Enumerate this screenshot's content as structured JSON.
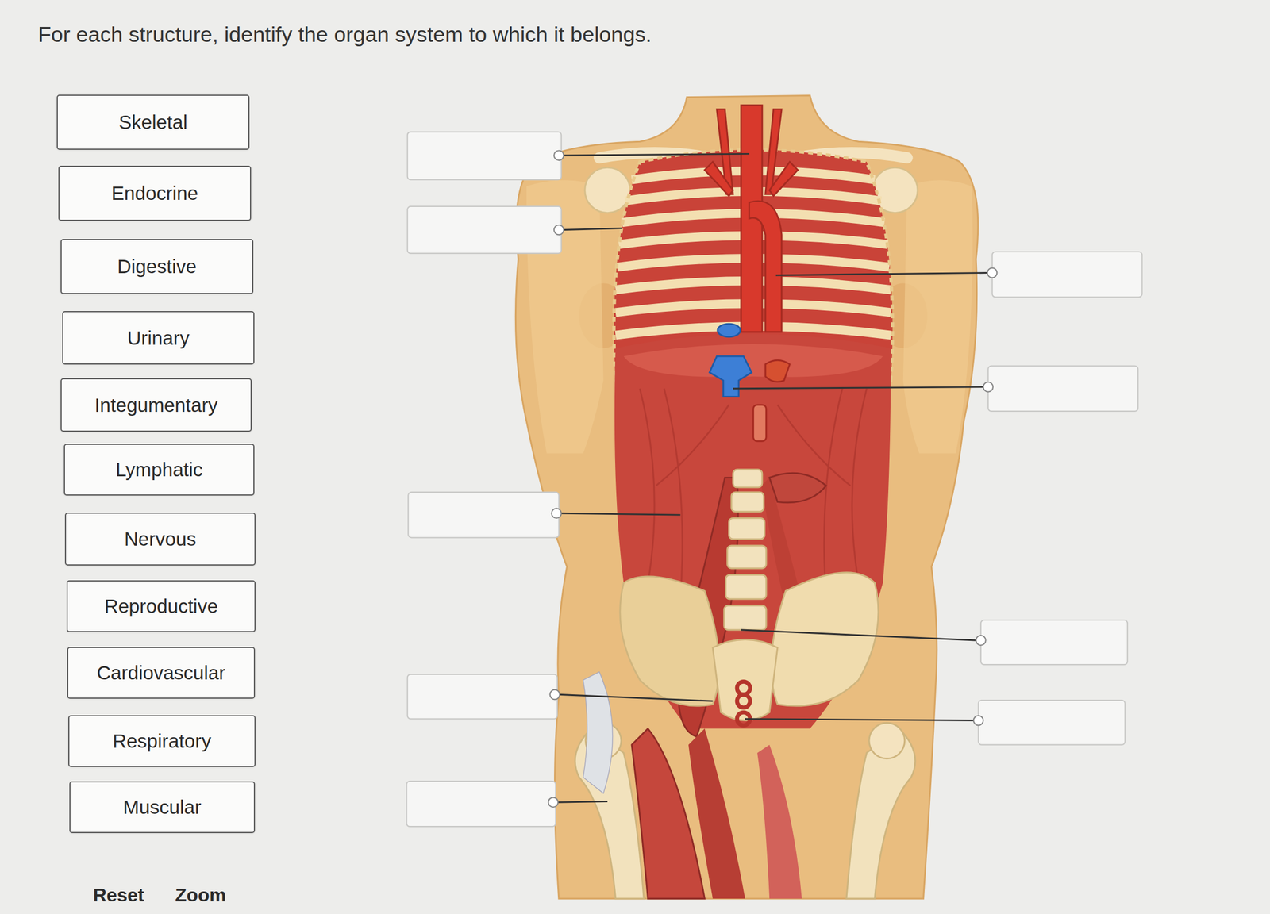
{
  "diagram": {
    "title": "For each structure, identify the organ system to which it belongs.",
    "nodes": [
      {
        "text": [
          "Skeletal"
        ]
      },
      {
        "text": [
          "Endocrine"
        ]
      },
      {
        "text": [
          "Digestive"
        ]
      },
      {
        "text": [
          "Urinary"
        ]
      },
      {
        "text": [
          "Integumentary"
        ]
      },
      {
        "text": [
          "Lymphatic"
        ]
      },
      {
        "text": [
          "Nervous"
        ]
      },
      {
        "text": [
          "Reproductive"
        ]
      },
      {
        "text": [
          "Cardiovascular"
        ]
      },
      {
        "text": [
          "Respiratory"
        ]
      },
      {
        "text": [
          "Muscular"
        ]
      }
    ],
    "labels": [
      "Reset",
      "Zoom"
    ]
  }
}
